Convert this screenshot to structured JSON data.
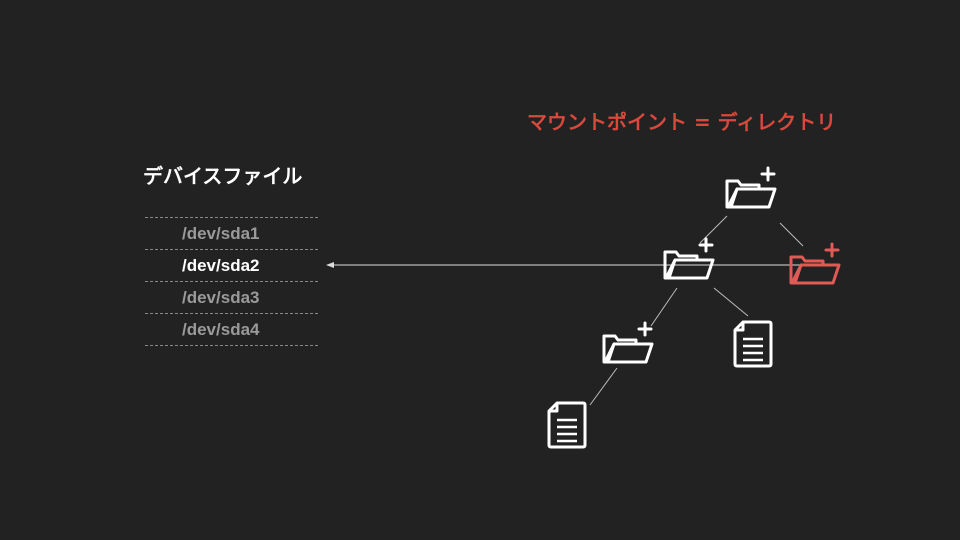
{
  "device_panel": {
    "title": "デバイスファイル",
    "files": [
      "/dev/sda1",
      "/dev/sda2",
      "/dev/sda3",
      "/dev/sda4"
    ],
    "active_file": "/dev/sda2"
  },
  "mount_panel": {
    "heading": "マウントポイント = ディレクトリ"
  },
  "colors": {
    "background": "#222222",
    "text_primary": "#ffffff",
    "text_muted": "#9a9a9a",
    "accent": "#d8483c",
    "mount_icon": "#e05a56"
  }
}
